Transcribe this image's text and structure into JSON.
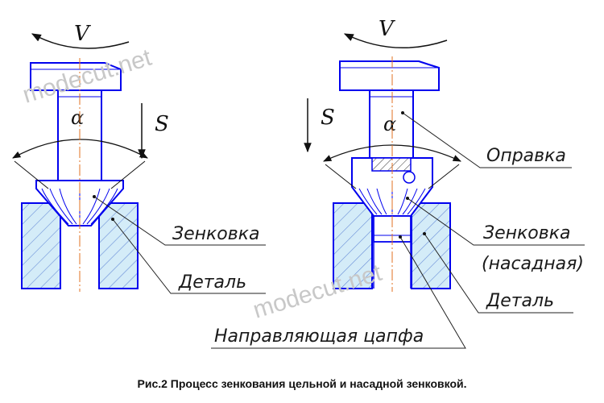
{
  "symbols": {
    "velocity": "V",
    "feed": "S",
    "angle": "α"
  },
  "labels": {
    "countersink_left": "Зенковка",
    "part_left": "Деталь",
    "guide_pin": "Направляющая цапфа",
    "mandrel": "Оправка",
    "countersink_right_line1": "Зенковка",
    "countersink_right_line2": "(насадная)",
    "part_right": "Деталь"
  },
  "watermark": "modecut.net",
  "caption": "Рис.2 Процесс зенкования цельной и насадной зенковкой.",
  "colors": {
    "outline": "#0000ee",
    "hatch_fill": "#d4ecf8",
    "hatch_line": "#6a8fd8",
    "axis": "#e07020",
    "leader": "#222222"
  }
}
